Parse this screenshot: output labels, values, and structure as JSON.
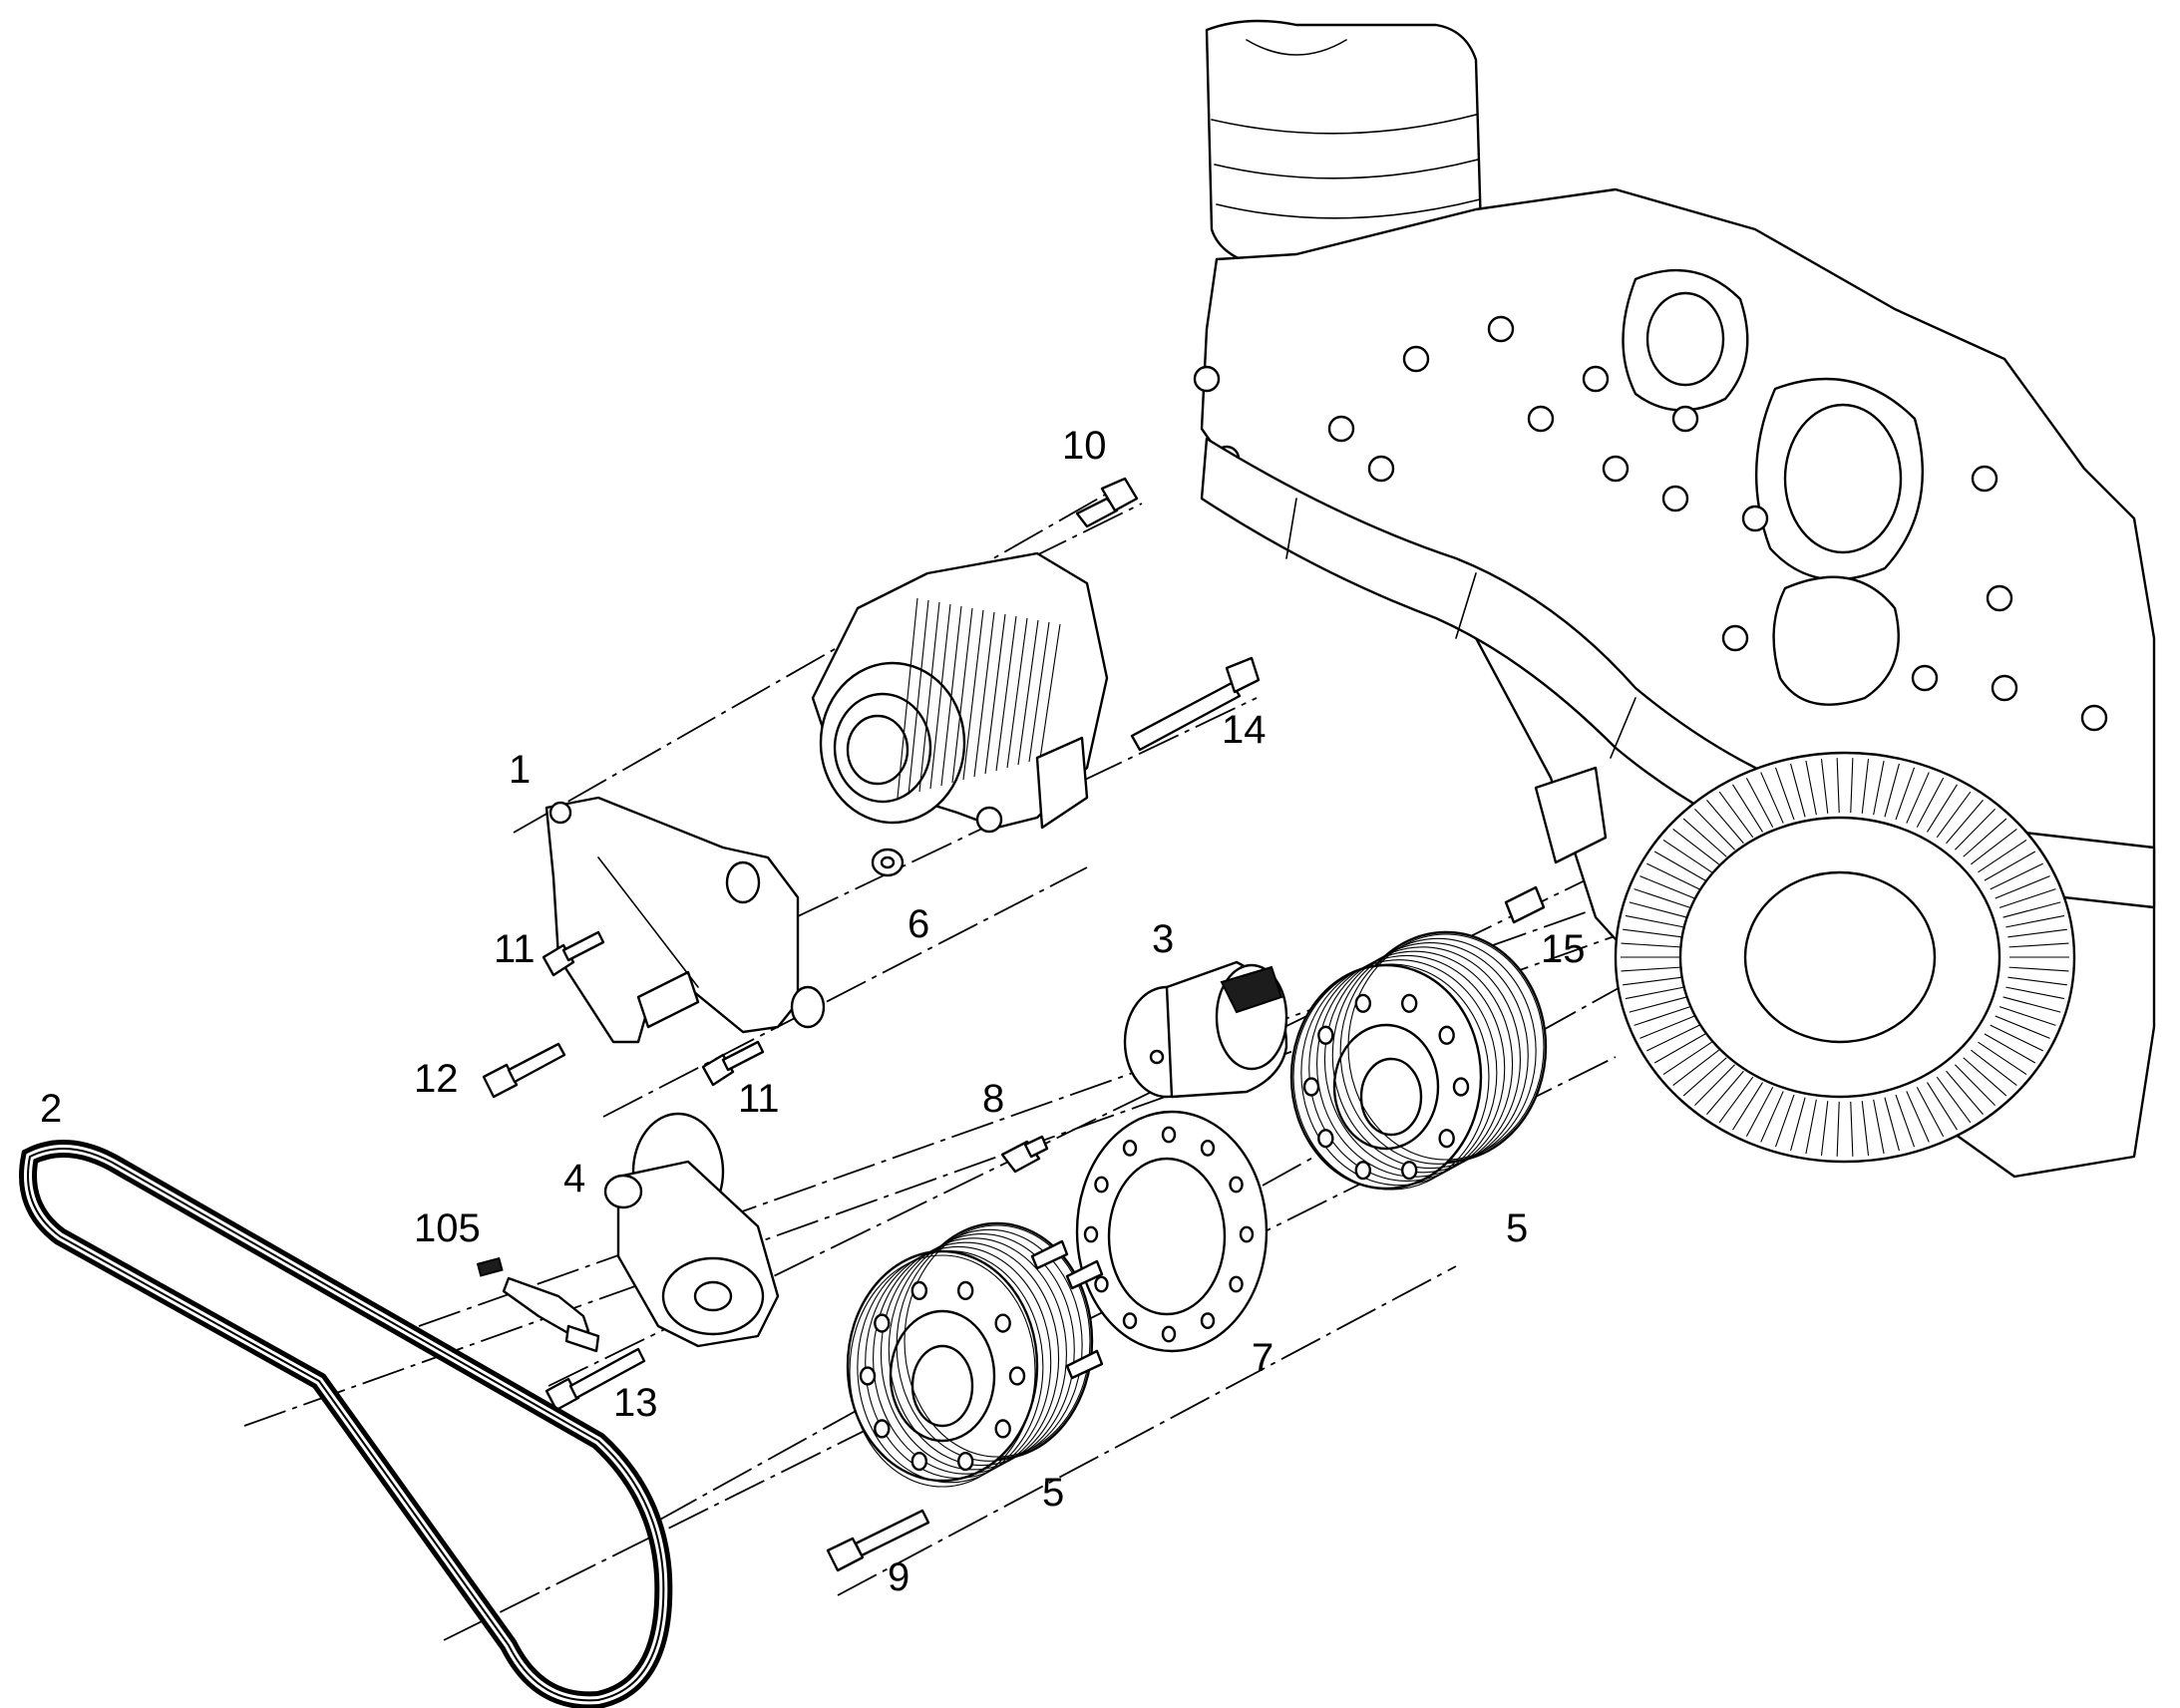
{
  "diagram": {
    "callouts": [
      {
        "id": "c1",
        "label": "1"
      },
      {
        "id": "c2",
        "label": "2"
      },
      {
        "id": "c3",
        "label": "3"
      },
      {
        "id": "c4",
        "label": "4"
      },
      {
        "id": "c5a",
        "label": "5"
      },
      {
        "id": "c5b",
        "label": "5"
      },
      {
        "id": "c6",
        "label": "6"
      },
      {
        "id": "c7",
        "label": "7"
      },
      {
        "id": "c8",
        "label": "8"
      },
      {
        "id": "c9",
        "label": "9"
      },
      {
        "id": "c10",
        "label": "10"
      },
      {
        "id": "c11a",
        "label": "11"
      },
      {
        "id": "c11b",
        "label": "11"
      },
      {
        "id": "c12",
        "label": "12"
      },
      {
        "id": "c13",
        "label": "13"
      },
      {
        "id": "c14",
        "label": "14"
      },
      {
        "id": "c15",
        "label": "15"
      },
      {
        "id": "c105",
        "label": "105"
      }
    ]
  }
}
